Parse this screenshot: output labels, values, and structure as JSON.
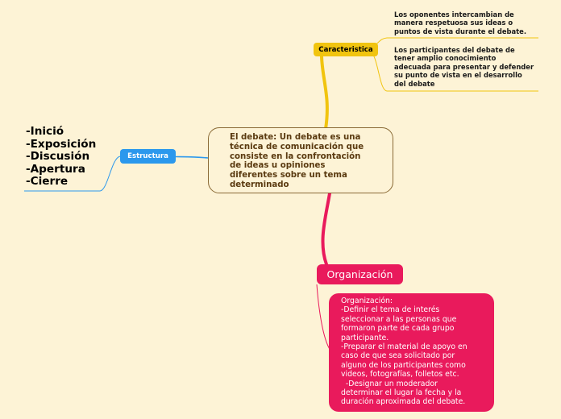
{
  "central": {
    "lines": [
      "El debate: Un debate es una",
      "técnica de comunicación que",
      "consiste en la confrontación",
      "de ideas u opiniones",
      "diferentes sobre un tema",
      "determinado"
    ]
  },
  "topics": {
    "caracteristica": {
      "label": "Caracteristica",
      "color": "#f1c40f",
      "notes": [
        {
          "lines": [
            "Los oponentes intercambian de",
            "manera respetuosa sus ideas o",
            "puntos de vista durante el debate."
          ]
        },
        {
          "lines": [
            "Los participantes del debate de",
            "tener amplio conocimiento",
            "adecuada para presentar y defender",
            "su punto de vista en el desarrollo",
            "del debate"
          ]
        }
      ]
    },
    "estructura": {
      "label": "Estructura",
      "color": "#2b98ed",
      "items": [
        "-Inició",
        "-Exposición",
        "-Discusión",
        "-Apertura",
        "-Cierre"
      ]
    },
    "organizacion": {
      "label": "Organización",
      "color": "#e91a5c",
      "detail_lines": [
        "Organización:",
        "-Definir el tema de interés",
        "seleccionar a las personas que",
        "formaron parte de cada grupo",
        "participante.",
        "-Preparar el material de apoyo en",
        "caso de que sea solicitado por",
        "alguno de los participantes como",
        "videos, fotografías, folletos etc.",
        "  -Designar un moderador",
        "determinar el lugar la fecha y la",
        "duración aproximada del debate."
      ]
    }
  },
  "colors": {
    "background": "#fdf3d6",
    "central_border": "#8a6a36",
    "note_underline": "#f1c40f"
  }
}
